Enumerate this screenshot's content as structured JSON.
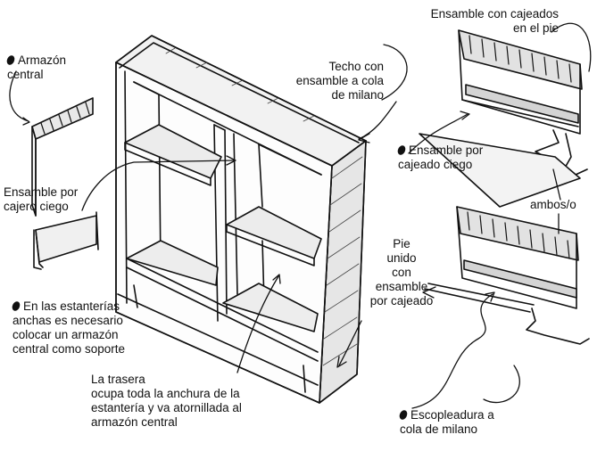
{
  "labels": {
    "armazon_central": "Armazón\ncentral",
    "ensamble_cajero_ciego": "Ensamble por\ncajero ciego",
    "techo": "Techo con\nensamble a cola\nde milano",
    "ensamble_cajeados_pie": "Ensamble con cajeados\nen el pie",
    "ensamble_cajeado_ciego": "Ensamble por\ncajeado ciego",
    "ambos": "ambos/o",
    "pie_unido": "Pie\nunido\ncon\nensamble\npor cajeado",
    "estanterias_anchas": "En las estanterías\nanchas es necesario\ncolocar un armazón\ncentral como soporte",
    "trasera": "La trasera\nocupa toda la anchura de la\nestantería y va atornillada al\narmazón central",
    "escopleadura": "Escopleadura a\ncola de milano"
  }
}
